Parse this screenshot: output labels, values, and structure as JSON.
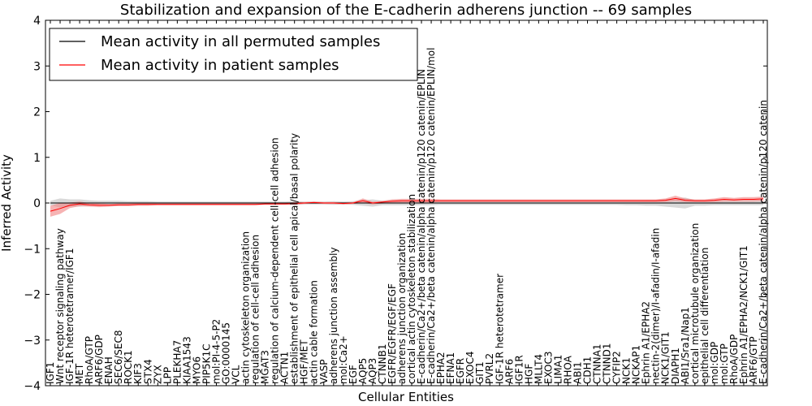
{
  "chart_data": {
    "type": "line",
    "title": "Stabilization and expansion of the E-cadherin adherens junction -- 69 samples",
    "xlabel": "Cellular Entities",
    "ylabel": "Inferred Activity",
    "ylim": [
      -4,
      4
    ],
    "yticks": [
      -4,
      -3,
      -2,
      -1,
      0,
      1,
      2,
      3,
      4
    ],
    "grid": false,
    "legend_position": "top-left",
    "categories": [
      "IGF1",
      "Wnt receptor signaling pathway",
      "IGF-1R heterotetramer/IGF1",
      "MET",
      "RhoA/GTP",
      "ARF6/GDP",
      "ENAH",
      "SEC6/SEC8",
      "ROCK1",
      "KIF3",
      "STX4",
      "ZYX",
      "LPP",
      "PLEKHA7",
      "KIAA1543",
      "MYO6",
      "PIP5K1C",
      "mol:PI-4-5-P2",
      "GO:0000145",
      "VCL",
      "actin cytoskeleton organization",
      "regulation of cell-cell adhesion",
      "MGAT3",
      "regulation of calcium-dependent cell-cell adhesion",
      "ACTN1",
      "establishment of epithelial cell apical/basal polarity",
      "HGF/MET",
      "actin cable formation",
      "VASP",
      "adherens junction assembly",
      "mol:Ca2+",
      "EGF",
      "AQP5",
      "AQP3",
      "CTNNB1",
      "EGFR/EGFR/EGF/EGF",
      "adherens junction organization",
      "cortical actin cytoskeleton stabilization",
      "E-cadherin/Ca2+/beta catenin/alpha catenin/p120 catenin/EPLIN",
      "E-cadherin/Ca2+/beta catenin/alpha catenin/p120 catenin/EPLIN/mol",
      "EPHA2",
      "EFNA1",
      "EGFR",
      "EXOC4",
      "GIT1",
      "PVRL2",
      "IGF-1R heterotetramer",
      "ARF6",
      "IGF1R",
      "HGF",
      "MLLT4",
      "EXOC3",
      "LIMA1",
      "RHOA",
      "ABI1",
      "CDH1",
      "CTNNA1",
      "CTNND1",
      "CYFIP2",
      "NCK1",
      "NCKAP1",
      "Ephrin A1/EPHA2",
      "nectin-2(dimer)/I-afadin/I-afadin",
      "NCK1/GIT1",
      "DIAPH1",
      "ABI1/Sra1/Nap1",
      "cortical microtubule organization",
      "epithelial cell differentiation",
      "mol:GDP",
      "mol:GTP",
      "RhoA/GDP",
      "Ephrin A1/EPHA2/NCK1/GIT1",
      "ARF6/GTP",
      "E-cadherin/Ca2+/beta catenin/alpha catenin/p120 catenin"
    ],
    "series": [
      {
        "name": "Mean activity in all permuted samples",
        "color": "#000000",
        "values": [
          0,
          0,
          0,
          0,
          0,
          0,
          0,
          0,
          0,
          0,
          0,
          0,
          0,
          0,
          0,
          0,
          0,
          0,
          0,
          0,
          0,
          0,
          0,
          0,
          0,
          0,
          0,
          0,
          0,
          0,
          0,
          0,
          0,
          0,
          0,
          0,
          0,
          0,
          0,
          0,
          0,
          0,
          0,
          0,
          0,
          0,
          0,
          0,
          0,
          0,
          0,
          0,
          0,
          0,
          0,
          0,
          0,
          0,
          0,
          0,
          0,
          0,
          0,
          0,
          0,
          0,
          0,
          0,
          0,
          0,
          0,
          0,
          0,
          0
        ],
        "band_half_width": [
          0.05,
          0.1,
          0.08,
          0.08,
          0.06,
          0.05,
          0.05,
          0.05,
          0.04,
          0.04,
          0.04,
          0.03,
          0.03,
          0.03,
          0.03,
          0.03,
          0.03,
          0.03,
          0.03,
          0.03,
          0.03,
          0.03,
          0.03,
          0.03,
          0.03,
          0.04,
          0.03,
          0.03,
          0.03,
          0.04,
          0.03,
          0.04,
          0.06,
          0.08,
          0.05,
          0.05,
          0.05,
          0.05,
          0.05,
          0.05,
          0.04,
          0.04,
          0.04,
          0.04,
          0.04,
          0.04,
          0.04,
          0.04,
          0.04,
          0.04,
          0.04,
          0.04,
          0.04,
          0.04,
          0.04,
          0.04,
          0.04,
          0.04,
          0.04,
          0.05,
          0.05,
          0.06,
          0.06,
          0.08,
          0.1,
          0.12,
          0.06,
          0.06,
          0.05,
          0.05,
          0.05,
          0.05,
          0.05,
          0.05
        ]
      },
      {
        "name": "Mean activity in patient samples",
        "color": "#ff0000",
        "values": [
          -0.18,
          -0.12,
          -0.05,
          -0.02,
          -0.04,
          -0.05,
          -0.05,
          -0.04,
          -0.04,
          -0.03,
          -0.03,
          -0.03,
          -0.03,
          -0.03,
          -0.03,
          -0.03,
          -0.03,
          -0.03,
          -0.03,
          -0.03,
          -0.03,
          -0.03,
          -0.02,
          -0.02,
          -0.02,
          -0.01,
          0.0,
          0.01,
          0.0,
          0.0,
          -0.01,
          0.0,
          0.05,
          0.0,
          0.02,
          0.04,
          0.05,
          0.05,
          0.05,
          0.05,
          0.05,
          0.05,
          0.05,
          0.05,
          0.05,
          0.05,
          0.05,
          0.05,
          0.05,
          0.05,
          0.05,
          0.05,
          0.05,
          0.05,
          0.05,
          0.05,
          0.05,
          0.05,
          0.05,
          0.05,
          0.05,
          0.05,
          0.05,
          0.06,
          0.1,
          0.06,
          0.05,
          0.05,
          0.06,
          0.08,
          0.07,
          0.08,
          0.08,
          0.09
        ],
        "band_half_width": [
          0.12,
          0.12,
          0.06,
          0.05,
          0.04,
          0.04,
          0.03,
          0.03,
          0.03,
          0.03,
          0.03,
          0.02,
          0.02,
          0.02,
          0.02,
          0.02,
          0.02,
          0.02,
          0.02,
          0.02,
          0.02,
          0.02,
          0.02,
          0.02,
          0.02,
          0.03,
          0.02,
          0.02,
          0.02,
          0.02,
          0.02,
          0.02,
          0.05,
          0.03,
          0.03,
          0.04,
          0.04,
          0.04,
          0.04,
          0.04,
          0.03,
          0.03,
          0.03,
          0.03,
          0.03,
          0.03,
          0.03,
          0.03,
          0.03,
          0.03,
          0.03,
          0.03,
          0.03,
          0.03,
          0.03,
          0.03,
          0.03,
          0.03,
          0.03,
          0.03,
          0.03,
          0.03,
          0.03,
          0.04,
          0.06,
          0.04,
          0.03,
          0.03,
          0.04,
          0.05,
          0.04,
          0.05,
          0.05,
          0.05
        ]
      }
    ],
    "colors": {
      "red_band": "#f08080",
      "gray_band": "#c0c0c0",
      "baseline": "#000000"
    }
  }
}
